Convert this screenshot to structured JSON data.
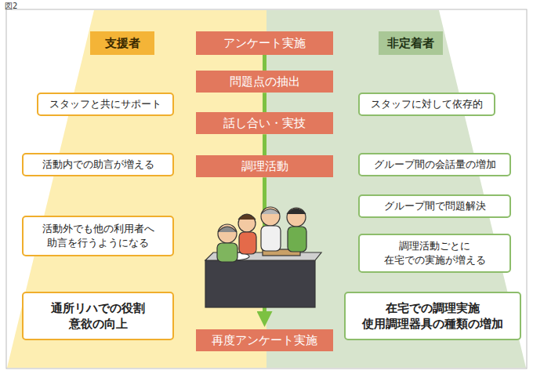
{
  "diagram": {
    "title": "図2",
    "nodes": [
      {
        "text": [
          "支援者"
        ]
      },
      {
        "text": [
          "アンケート実施"
        ]
      },
      {
        "text": [
          "非定着者"
        ]
      },
      {
        "text": [
          "問題点の抽出"
        ]
      },
      {
        "text": [
          "スタッフと共にサポート"
        ]
      },
      {
        "text": [
          "スタッフに対して依存的"
        ]
      },
      {
        "text": [
          "話し合い・実技"
        ]
      },
      {
        "text": [
          "活動内での助言が増える"
        ]
      },
      {
        "text": [
          "調理活動"
        ]
      },
      {
        "text": [
          "グループ間の会話量の増加"
        ]
      },
      {
        "text": [
          "グループ間で問題解決"
        ]
      },
      {
        "text": [
          "活動外でも他の利用者へ 助言を行うようになる"
        ]
      },
      {
        "text": [
          "調理活動ごとに 在宅での実施が増える"
        ]
      },
      {
        "text": [
          "通所リハでの役割 意欲の向上"
        ]
      },
      {
        "text": [
          "在宅での調理実施 使用調理器具の種類の増加"
        ]
      },
      {
        "text": [
          "再度アンケート実施"
        ]
      }
    ],
    "edges": [
      {
        "from": 1,
        "to": 3,
        "arrow": "none"
      },
      {
        "from": 3,
        "to": 6,
        "arrow": "none"
      },
      {
        "from": 6,
        "to": 8,
        "arrow": "none"
      },
      {
        "from": 8,
        "to": 15,
        "arrow": "to"
      }
    ]
  }
}
